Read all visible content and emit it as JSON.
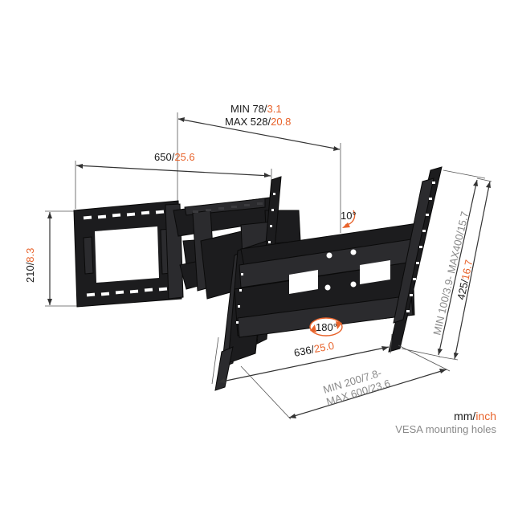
{
  "product_image": {
    "name": "tv-wall-mount-full-motion",
    "colors": {
      "metal": "#1c1c1e",
      "inch_accent": "#e8632b",
      "text": "#1a1a1a",
      "muted": "#8a8a8a"
    }
  },
  "dimensions": {
    "arm_extension": {
      "line1_mm": "MIN 78/",
      "line1_inch": "3.1",
      "line2_mm": "MAX 528/",
      "line2_inch": "20.8"
    },
    "wall_plate_width": {
      "mm": "650/",
      "inch": "25.6"
    },
    "wall_plate_height": {
      "mm": "210/",
      "inch": "8.3"
    },
    "tilt": {
      "value": "10°"
    },
    "swivel": {
      "value": "180°"
    },
    "bracket_width": {
      "mm": "636/",
      "inch": "25.0"
    },
    "bracket_height": {
      "mm": "425/",
      "inch": "16.7"
    },
    "vesa_vertical": {
      "text": "MIN 100/3.9- MAX400/15.7"
    },
    "vesa_horizontal": {
      "line1": "MIN 200/7.8-",
      "line2": "MAX 600/23.6"
    }
  },
  "legend": {
    "mm": "mm/",
    "inch": "inch",
    "caption": "VESA mounting holes"
  }
}
